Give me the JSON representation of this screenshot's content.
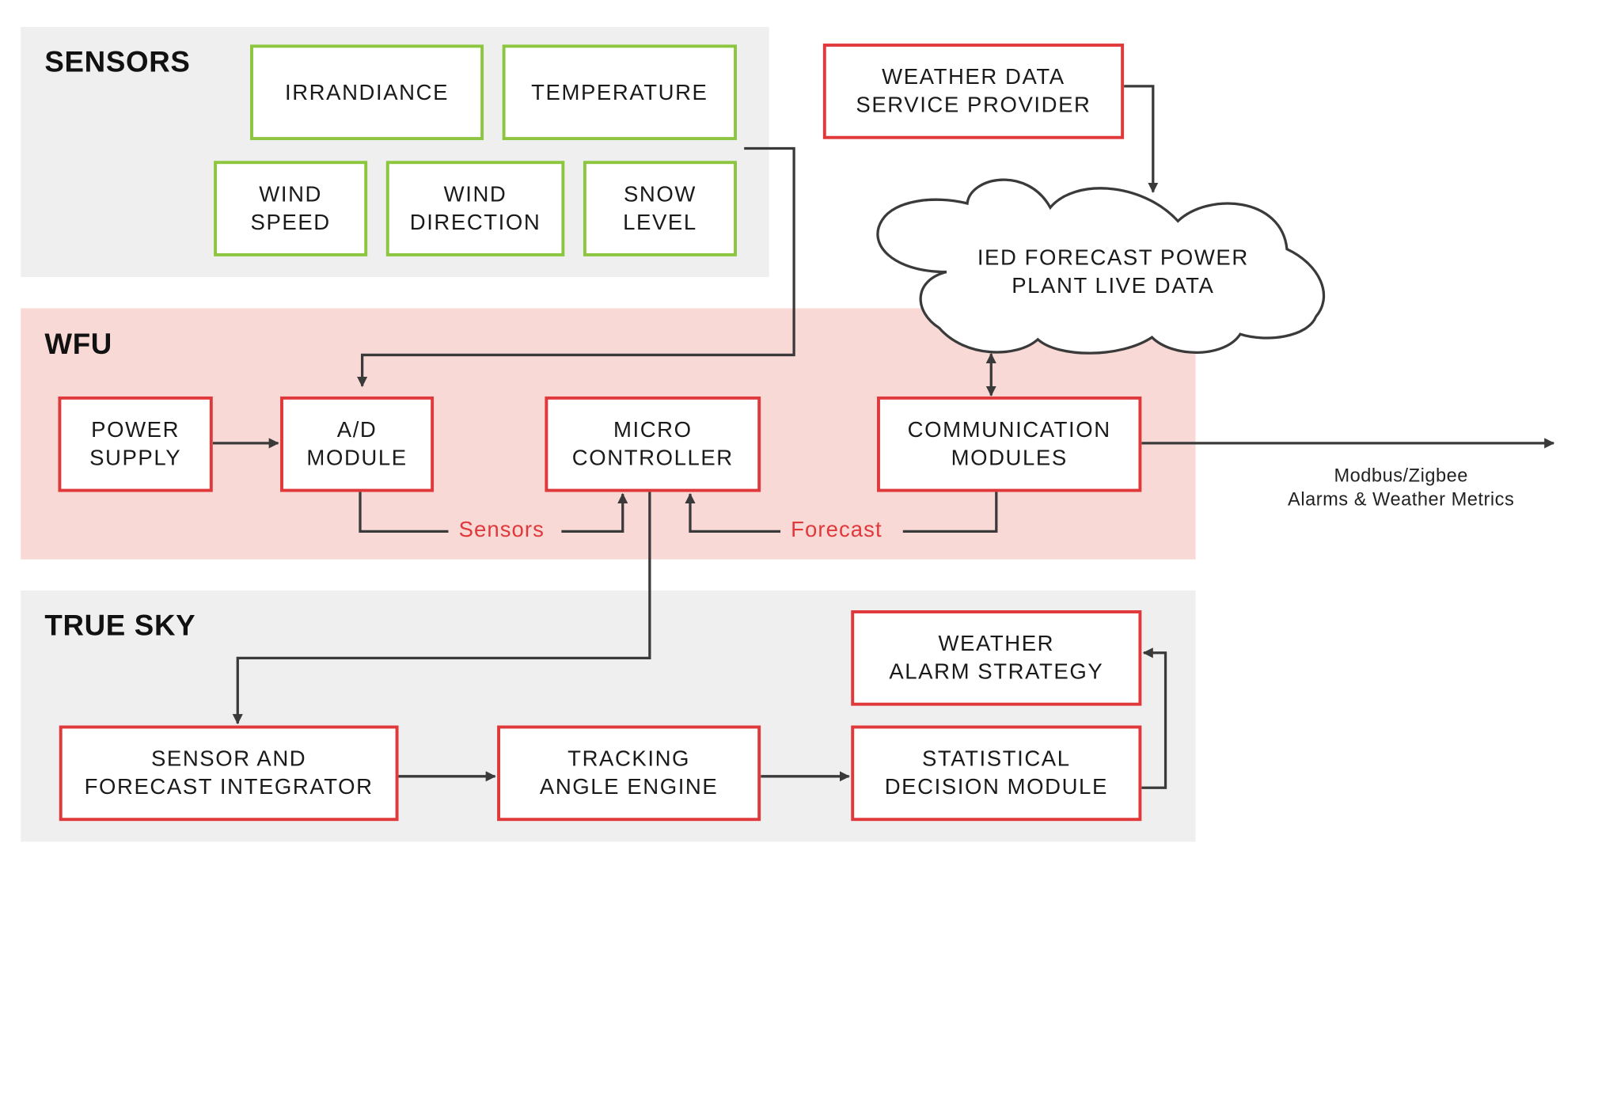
{
  "sections": {
    "sensors": "SENSORS",
    "wfu": "WFU",
    "truesky": "TRUE SKY"
  },
  "sensor_boxes": {
    "irradiance": "IRRANDIANCE",
    "temperature": "TEMPERATURE",
    "wind_speed": "WIND\nSPEED",
    "wind_direction": "WIND\nDIRECTION",
    "snow_level": "SNOW\nLEVEL"
  },
  "external": {
    "weather_provider": "WEATHER DATA\nSERVICE PROVIDER",
    "cloud": "IED FORECAST POWER\nPLANT LIVE DATA"
  },
  "wfu_boxes": {
    "power_supply": "POWER\nSUPPLY",
    "ad_module": "A/D\nMODULE",
    "micro_controller": "MICRO\nCONTROLLER",
    "communication": "COMMUNICATION\nMODULES"
  },
  "wfu_labels": {
    "sensors": "Sensors",
    "forecast": "Forecast"
  },
  "output_label": "Modbus/Zigbee\nAlarms & Weather Metrics",
  "truesky_boxes": {
    "integrator": "SENSOR AND\nFORECAST INTEGRATOR",
    "tracking": "TRACKING\nANGLE ENGINE",
    "statistical": "STATISTICAL\nDECISION MODULE",
    "alarm": "WEATHER\nALARM STRATEGY"
  },
  "colors": {
    "sensor_border": "#8cc63f",
    "module_border": "#e0393b",
    "wfu_background": "#f9d9d6",
    "panel_background": "#efefef",
    "accent_text": "#e0393b"
  }
}
